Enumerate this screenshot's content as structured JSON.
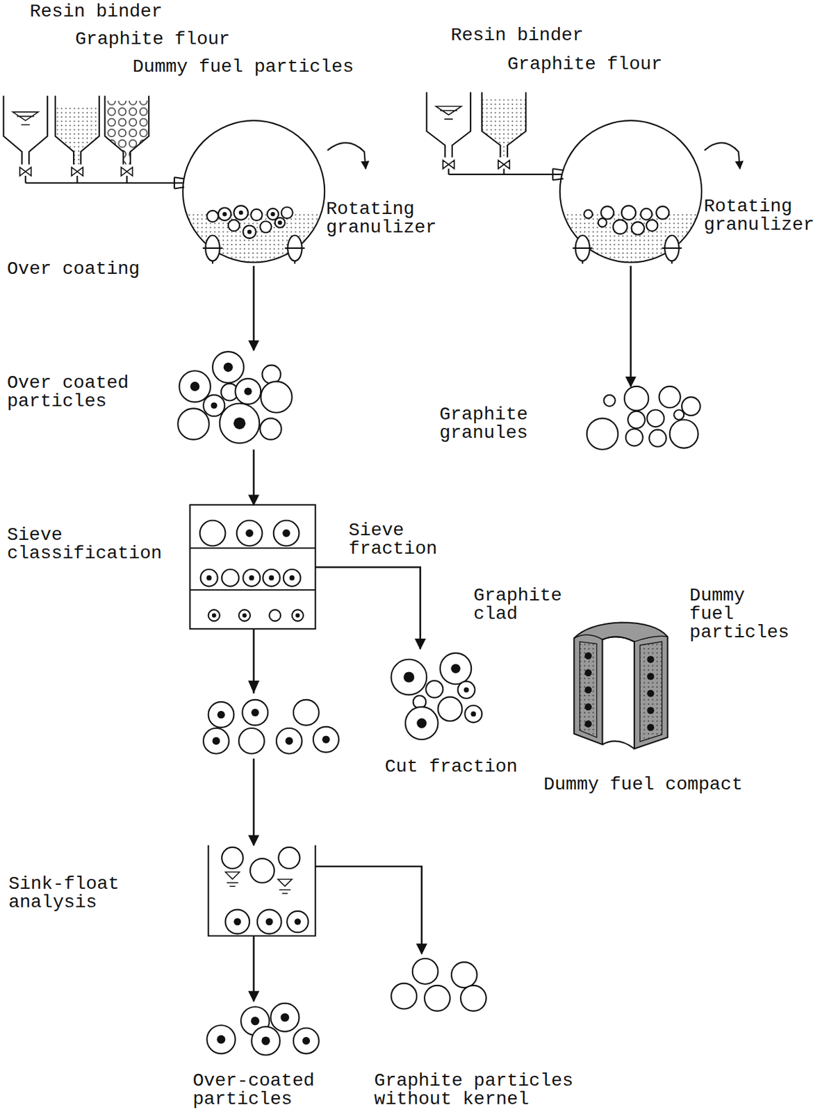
{
  "diagram": {
    "nodes": [
      {
        "text": [
          "Over coating",
          "Rotating granulizer"
        ]
      },
      {
        "text": [
          "Over coated particles"
        ]
      },
      {
        "text": [
          "Sieve classification"
        ]
      },
      {
        "text": [
          "Cut fraction"
        ]
      },
      {
        "text": [
          "Sink-float analysis"
        ]
      },
      {
        "text": [
          "Over-coated particles"
        ]
      },
      {
        "text": [
          "Graphite particles without kernel"
        ]
      },
      {
        "text": [
          "Rotating granulizer"
        ]
      },
      {
        "text": [
          "Graphite granules"
        ]
      }
    ],
    "edges": [
      {
        "from": 0,
        "to": 1,
        "arrow": "to"
      },
      {
        "from": 1,
        "to": 2,
        "arrow": "to"
      },
      {
        "from": 2,
        "to": 3,
        "label": "Sieve fraction",
        "arrow": "to"
      },
      {
        "from": 2,
        "to": 4,
        "arrow": "to"
      },
      {
        "from": 4,
        "to": 5,
        "arrow": "to"
      },
      {
        "from": 4,
        "to": 6,
        "arrow": "to"
      },
      {
        "from": 7,
        "to": 8,
        "arrow": "to"
      }
    ],
    "labels": [
      "Resin binder",
      "Graphite flour",
      "Dummy fuel particles",
      "Resin binder",
      "Graphite flour",
      "Graphite clad",
      "Dummy fuel particles",
      "Dummy fuel compact"
    ]
  }
}
